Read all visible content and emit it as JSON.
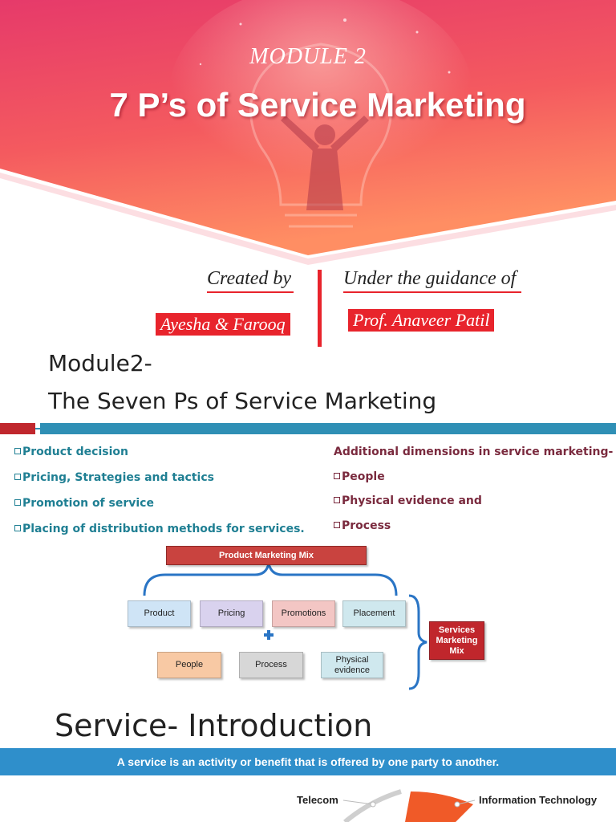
{
  "slide1": {
    "module_label": "MODULE 2",
    "title": "7 P’s of Service Marketing",
    "created_by_label": "Created by",
    "authors": "Ayesha & Farooq",
    "guidance_label": "Under the guidance of",
    "guide": "Prof. Anaveer Patil",
    "colors": {
      "banner_top": "#e9406a",
      "banner_bottom": "#ff8a66",
      "accent_red": "#e8242c"
    }
  },
  "slide2": {
    "heading_line1": "Module2-",
    "heading_line2": "The Seven Ps of Service Marketing",
    "left_items": [
      "Product decision",
      "Pricing, Strategies and tactics",
      "Promotion of service",
      "Placing of distribution methods for services."
    ],
    "right_heading": "Additional dimensions in service marketing-",
    "right_items": [
      "People",
      "Physical evidence and",
      "Process"
    ],
    "diagram": {
      "product_mix_label": "Product Marketing Mix",
      "product_boxes": [
        "Product",
        "Pricing",
        "Promotions",
        "Placement"
      ],
      "plus_symbol": "+",
      "service_boxes": [
        "People",
        "Process",
        "Physical evidence"
      ],
      "services_mix_label": "Services Marketing Mix"
    },
    "colors": {
      "bar_red": "#c0272d",
      "bar_blue": "#2f8fb5",
      "left_text": "#1f7f93",
      "right_text": "#7a2a3e"
    }
  },
  "slide3": {
    "heading": "Service- Introduction",
    "banner_text": "A service is an activity or benefit that is offered by one party to another.",
    "labels": [
      "Telecom",
      "Information Technology"
    ],
    "colors": {
      "banner": "#2f8fcb",
      "wedge": "#f05a28"
    }
  }
}
